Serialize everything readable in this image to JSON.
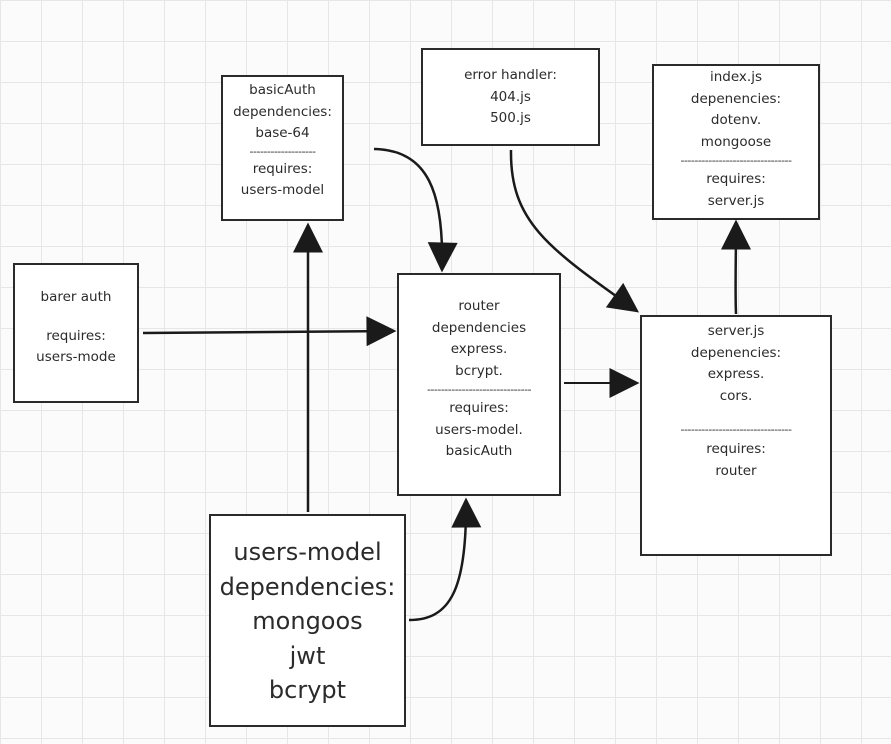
{
  "nodes": {
    "basic_auth": {
      "title": "basicAuth",
      "deps_label": "dependencies:",
      "deps": [
        "base-64"
      ],
      "sep": "-------------------",
      "req_label": "requires:",
      "requires": [
        "users-model"
      ]
    },
    "error_handler": {
      "title": "error handler:",
      "items": [
        "404.js",
        "500.js"
      ]
    },
    "index": {
      "title": "index.js",
      "deps_label": "depenencies:",
      "deps": [
        "dotenv.",
        "mongoose"
      ],
      "sep": "--------------------------------",
      "req_label": "requires:",
      "requires": [
        "server.js"
      ]
    },
    "bearer_auth": {
      "title": "barer auth",
      "req_label": "requires:",
      "requires": [
        "users-mode"
      ]
    },
    "router": {
      "title": "router",
      "deps_label": "dependencies",
      "deps": [
        "express.",
        "bcrypt."
      ],
      "sep": "------------------------------",
      "req_label": "requires:",
      "requires": [
        "users-model.",
        "basicAuth"
      ]
    },
    "server": {
      "title": "server.js",
      "deps_label": "depenencies:",
      "deps": [
        "express.",
        "cors."
      ],
      "sep": "--------------------------------",
      "req_label": "requires:",
      "requires": [
        "router"
      ]
    },
    "users_model": {
      "title": "users-model",
      "deps_label": "dependencies:",
      "deps": [
        "mongoos",
        "jwt",
        "bcrypt"
      ]
    }
  },
  "colors": {
    "stroke": "#2a2a2a",
    "grid": "#e6e6e6",
    "background": "#fbfbfb",
    "text": "#2b2b2b"
  }
}
